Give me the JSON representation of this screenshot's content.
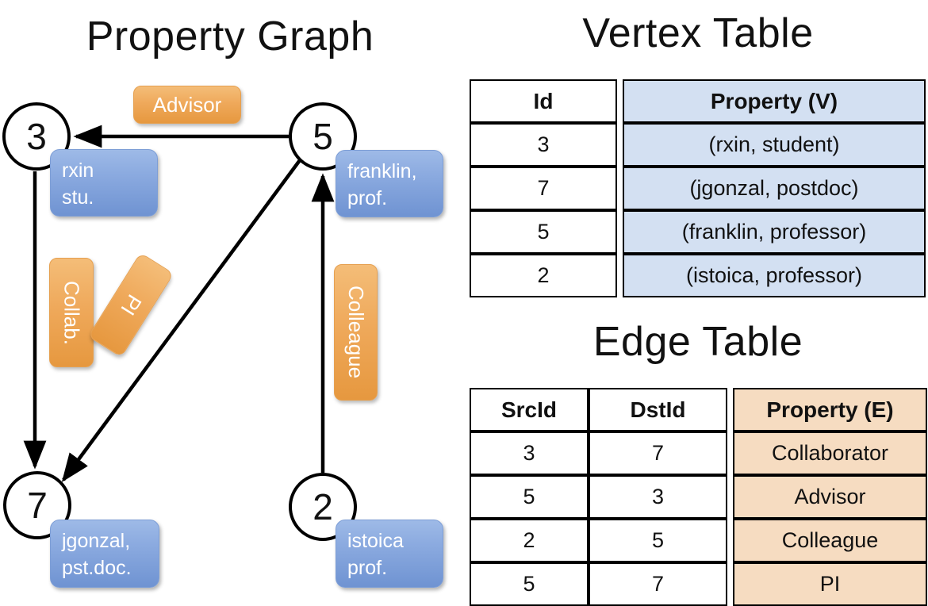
{
  "titles": {
    "property_graph": "Property Graph",
    "vertex_table": "Vertex Table",
    "edge_table": "Edge Table"
  },
  "colors": {
    "vertex_fill": "#d3e0f2",
    "edge_fill": "#f6dcc1",
    "property_box_blue": "#8cabe0",
    "edge_label_orange": "#efa95b",
    "stroke": "#000000"
  },
  "graph": {
    "vertices": [
      {
        "id": "3",
        "property_line1": "rxin",
        "property_line2": "stu."
      },
      {
        "id": "5",
        "property_line1": "franklin,",
        "property_line2": "prof."
      },
      {
        "id": "7",
        "property_line1": "jgonzal,",
        "property_line2": "pst.doc."
      },
      {
        "id": "2",
        "property_line1": "istoica",
        "property_line2": "prof."
      }
    ],
    "edge_labels": [
      {
        "name": "advisor",
        "text": "Advisor",
        "orientation": "horizontal"
      },
      {
        "name": "collab",
        "text": "Collab.",
        "orientation": "vertical"
      },
      {
        "name": "pi",
        "text": "PI",
        "orientation": "rotated"
      },
      {
        "name": "colleague",
        "text": "Colleague",
        "orientation": "vertical"
      }
    ],
    "edges": [
      {
        "from": "5",
        "to": "3",
        "label": "Advisor"
      },
      {
        "from": "3",
        "to": "7",
        "label": "Collab."
      },
      {
        "from": "5",
        "to": "7",
        "label": "PI"
      },
      {
        "from": "2",
        "to": "5",
        "label": "Colleague"
      }
    ]
  },
  "vertex_table": {
    "headers": [
      "Id",
      "Property (V)"
    ],
    "rows": [
      {
        "id": "3",
        "property": "(rxin, student)"
      },
      {
        "id": "7",
        "property": "(jgonzal, postdoc)"
      },
      {
        "id": "5",
        "property": "(franklin, professor)"
      },
      {
        "id": "2",
        "property": "(istoica, professor)"
      }
    ]
  },
  "edge_table": {
    "headers": [
      "SrcId",
      "DstId",
      "Property (E)"
    ],
    "rows": [
      {
        "src": "3",
        "dst": "7",
        "property": "Collaborator"
      },
      {
        "src": "5",
        "dst": "3",
        "property": "Advisor"
      },
      {
        "src": "2",
        "dst": "5",
        "property": "Colleague"
      },
      {
        "src": "5",
        "dst": "7",
        "property": "PI"
      }
    ]
  }
}
